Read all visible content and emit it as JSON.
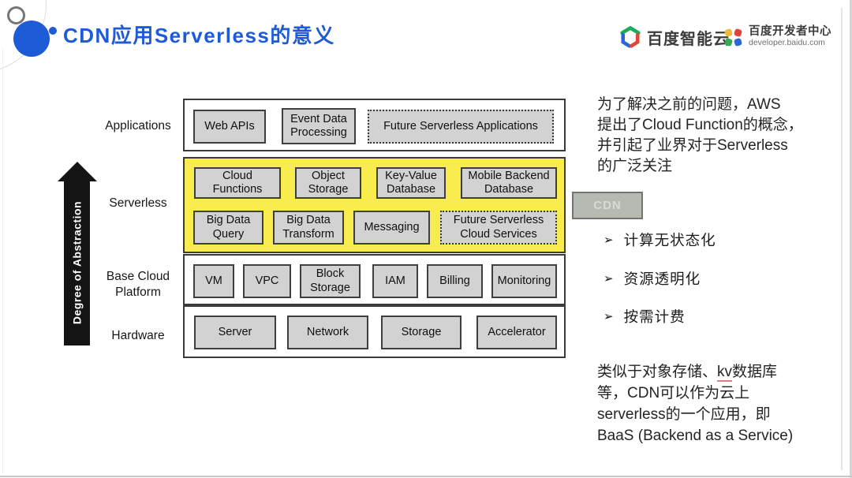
{
  "slide_title": "CDN应用Serverless的意义",
  "header": {
    "brand1": "百度智能云",
    "brand2_title": "百度开发者中心",
    "brand2_sub": "developer.baidu.com"
  },
  "diagram": {
    "arrow_label": "Degree of Abstraction",
    "cdn_label": "CDN",
    "layers": [
      {
        "name": "Applications",
        "boxes": [
          "Web APIs",
          "Event Data Processing",
          "Future Serverless Applications"
        ]
      },
      {
        "name": "Serverless",
        "boxes": [
          "Cloud Functions",
          "Object Storage",
          "Key-Value Database",
          "Mobile Backend Database",
          "Big Data Query",
          "Big Data Transform",
          "Messaging",
          "Future Serverless Cloud Services"
        ]
      },
      {
        "name": "Base Cloud Platform",
        "boxes": [
          "VM",
          "VPC",
          "Block Storage",
          "IAM",
          "Billing",
          "Monitoring"
        ]
      },
      {
        "name": "Hardware",
        "boxes": [
          "Server",
          "Network",
          "Storage",
          "Accelerator"
        ]
      }
    ]
  },
  "right_panel": {
    "para1_lines": [
      "为了解决之前的问题，AWS",
      "提出了Cloud Function的概念，",
      "并引起了业界对于Serverless",
      "的广泛关注"
    ],
    "bullet_marker": "➢",
    "bullets": [
      "计算无状态化",
      "资源透明化",
      "按需计费"
    ],
    "para2": {
      "line1_pre": "类似于对象存储、",
      "line1_kv": "kv",
      "line1_post": "数据库",
      "line2": "等，CDN可以作为云上",
      "line3": "serverless的一个应用，即",
      "line4": "BaaS (Backend as a Service)"
    }
  },
  "colors": {
    "title_blue": "#1e5bd7",
    "serverless_yellow": "#f8ec4e",
    "box_gray": "#d2d2d2",
    "box_border": "#3f3f3f",
    "cdn_fill": "#b5bab2",
    "cdn_border": "#70756d",
    "arrow_black": "#141414"
  }
}
